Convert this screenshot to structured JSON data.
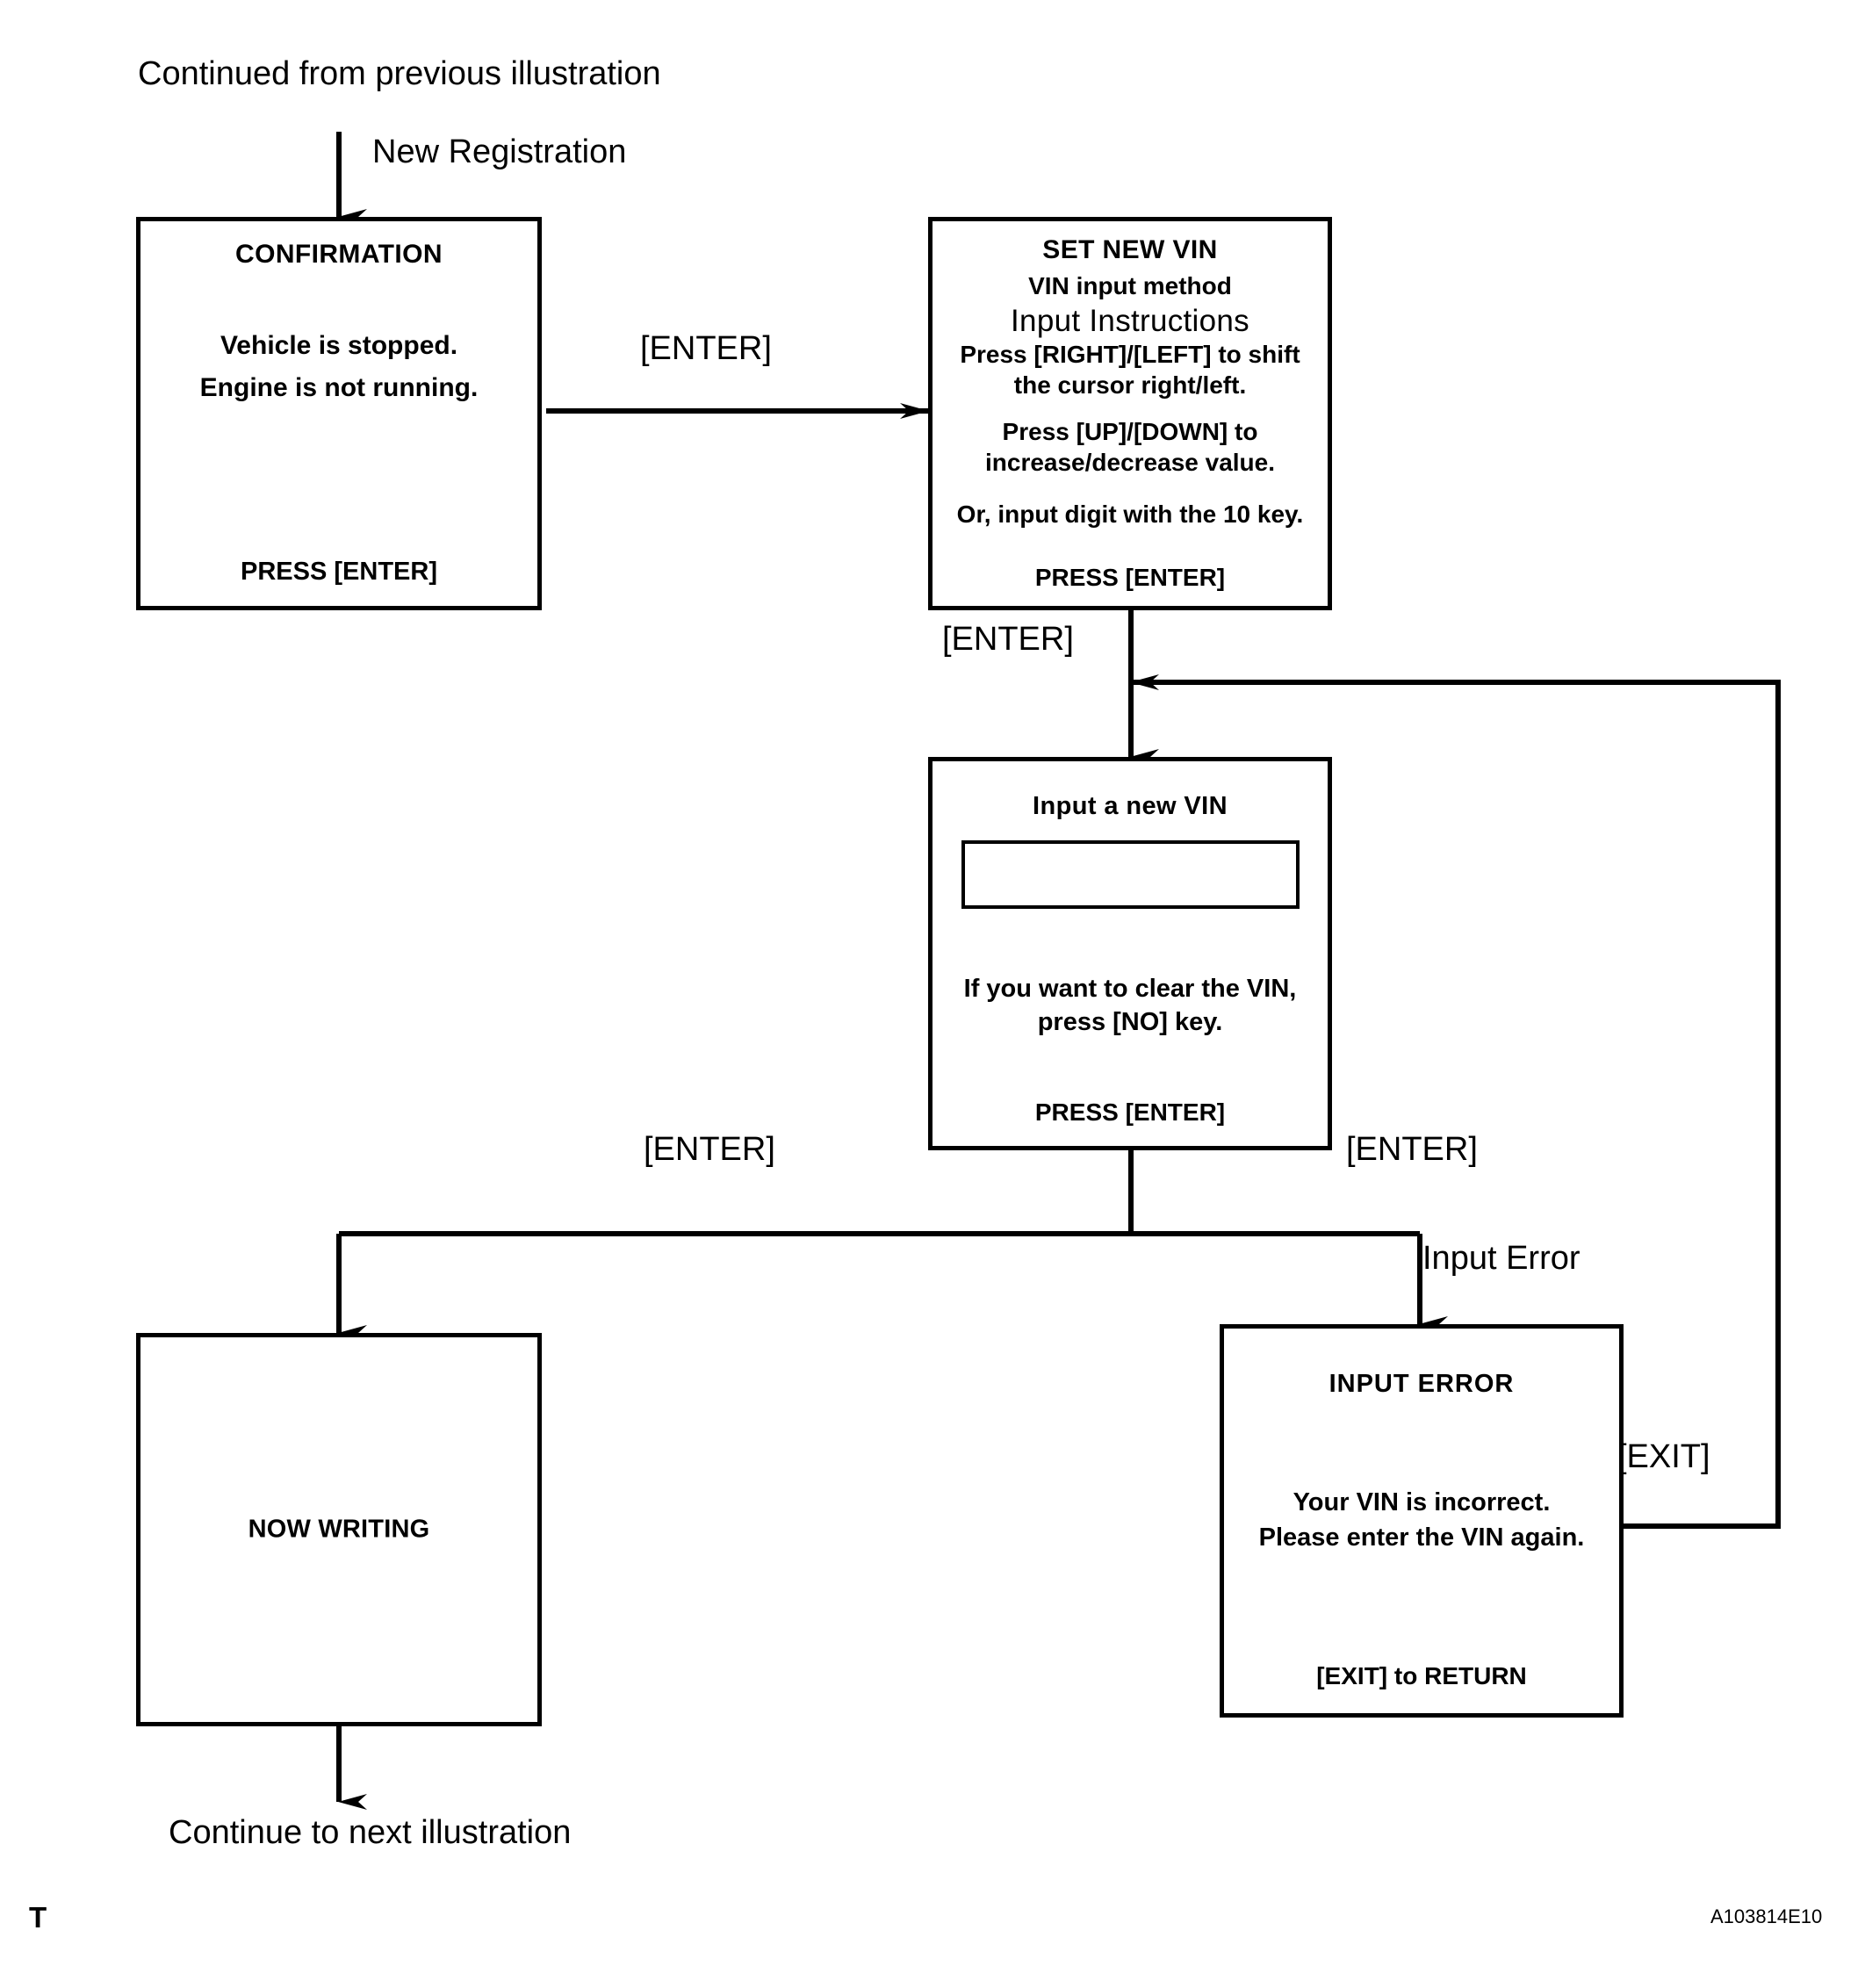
{
  "figure": {
    "corner_mark": "T",
    "figure_code": "A103814E10"
  },
  "captions": {
    "continued_from": "Continued from previous illustration",
    "new_registration": "New Registration",
    "continue_next": "Continue to next illustration"
  },
  "edge_labels": {
    "enter_1": "[ENTER]",
    "enter_2": "[ENTER]",
    "enter_left": "[ENTER]",
    "enter_right": "[ENTER]",
    "input_error": "Input Error",
    "exit": "[EXIT]"
  },
  "boxes": {
    "confirmation": {
      "title": "CONFIRMATION",
      "lines": [
        "Vehicle is stopped.",
        "Engine is not running."
      ],
      "footer": "PRESS [ENTER]"
    },
    "set_new_vin": {
      "title": "SET NEW VIN",
      "subtitle": "VIN input method",
      "instructions_heading": "Input Instructions",
      "instructions": [
        "Press [RIGHT]/[LEFT] to shift",
        "the cursor right/left.",
        "Press [UP]/[DOWN]  to",
        "increase/decrease value.",
        "Or, input digit with the 10 key."
      ],
      "footer": "PRESS [ENTER]"
    },
    "input_new_vin": {
      "title": "Input a new VIN",
      "field_value": "",
      "lines": [
        "If you want to clear the VIN,",
        "press [NO] key."
      ],
      "footer": "PRESS [ENTER]"
    },
    "now_writing": {
      "label": "NOW WRITING"
    },
    "input_error": {
      "title": "INPUT  ERROR",
      "lines": [
        "Your VIN is incorrect.",
        "Please enter the VIN again."
      ],
      "footer": "[EXIT] to RETURN"
    }
  },
  "colors": {
    "ink": "#000000",
    "paper": "#ffffff"
  }
}
